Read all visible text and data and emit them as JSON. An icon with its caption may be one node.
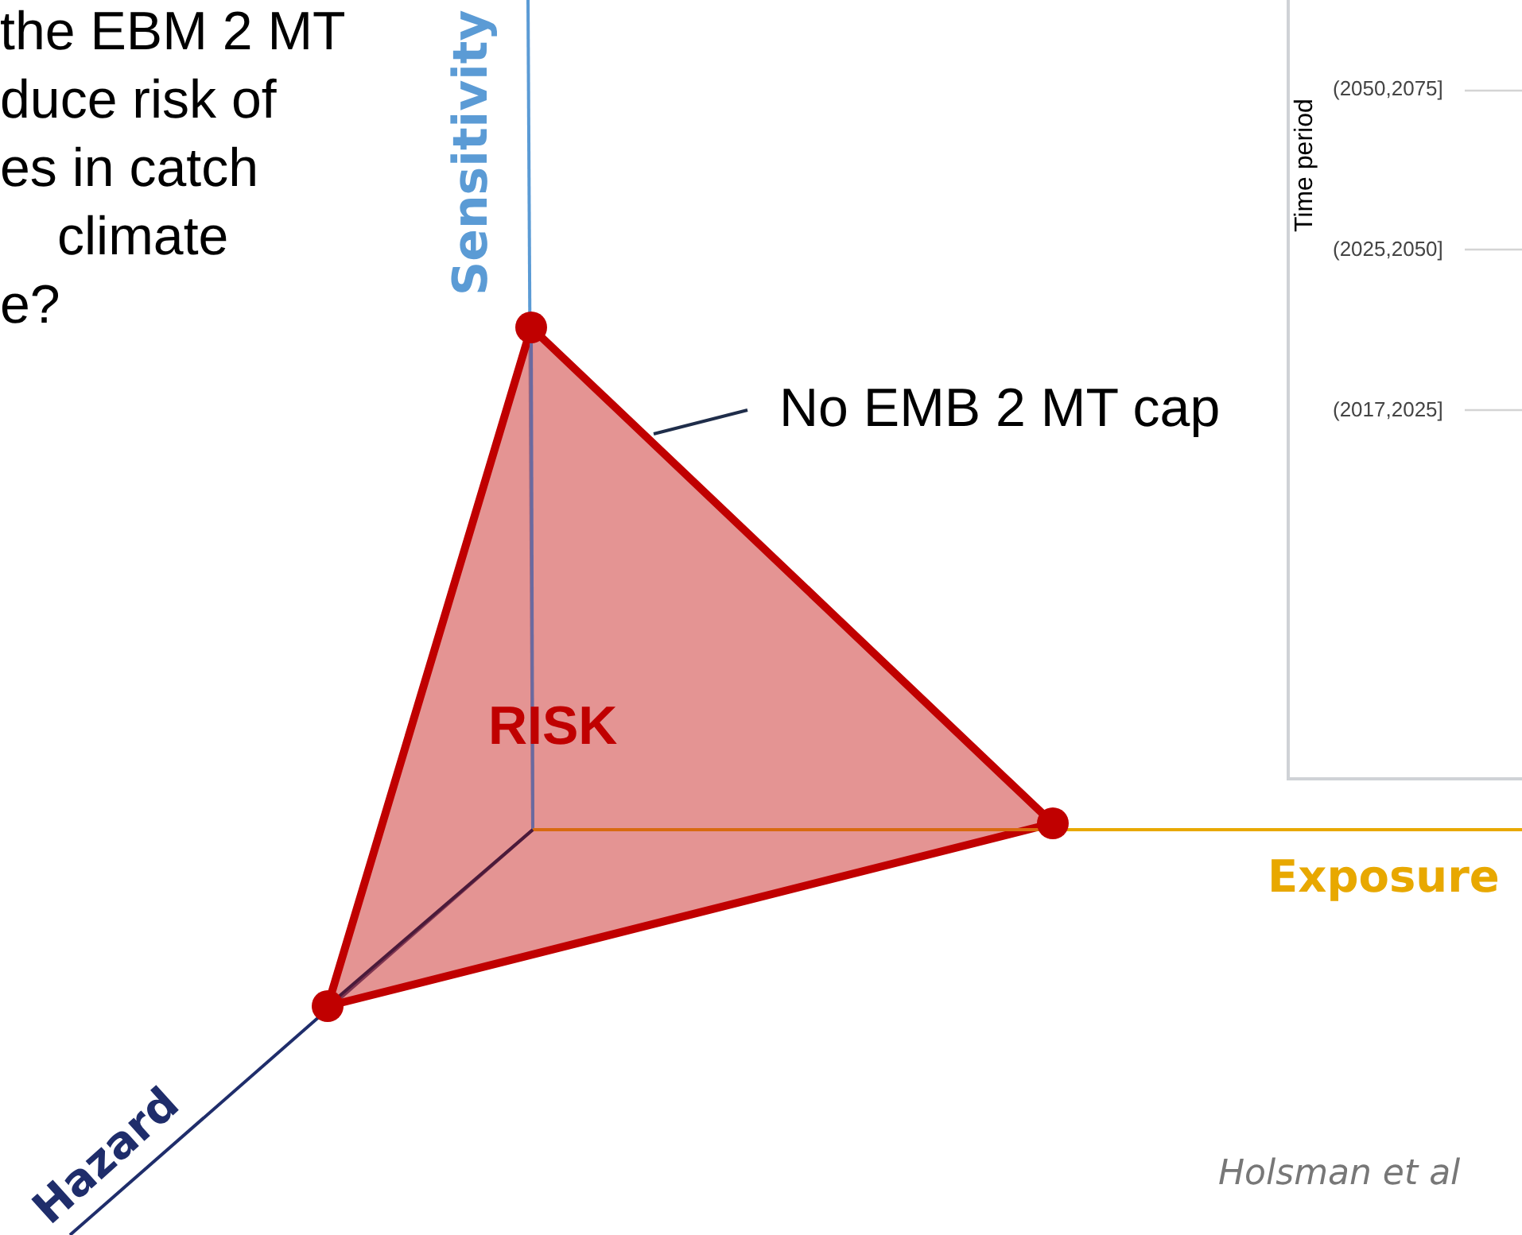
{
  "diagram": {
    "nodes": [
      {
        "text": [
          "No EMB 2 MT cap"
        ]
      },
      {
        "text": [
          "RISK"
        ]
      }
    ],
    "edges": [
      {
        "from": 0,
        "to": 1,
        "arrow": "none"
      }
    ],
    "labels": [
      "the EBM 2 MT",
      "duce risk of",
      "es in catch",
      "climate",
      "e?",
      "Sensitivity",
      "Time period",
      "(2050,2075]",
      "(2025,2050]",
      "(2017,2025]",
      "Exposure",
      "Hazard",
      "Holsman et al"
    ]
  }
}
